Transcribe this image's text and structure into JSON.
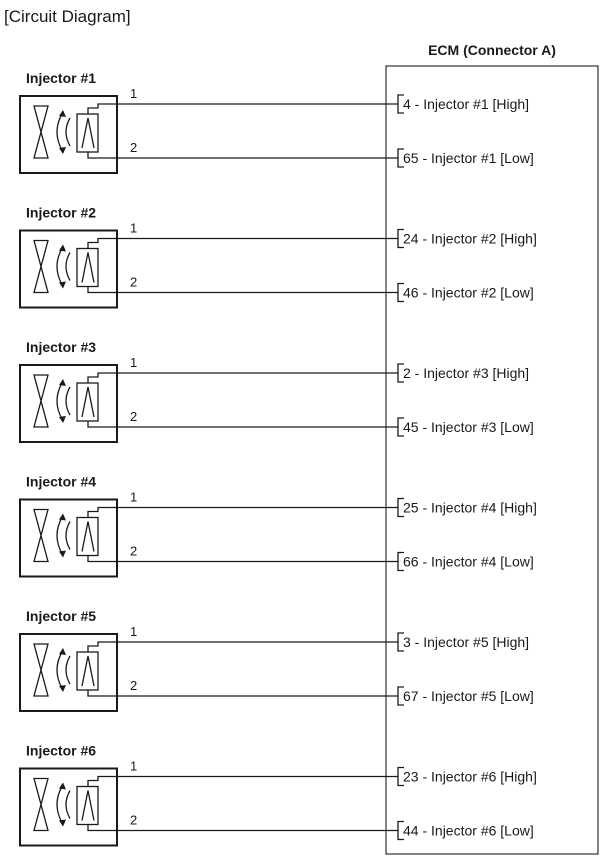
{
  "title": "[Circuit Diagram]",
  "ecm": {
    "header": "ECM (Connector A)"
  },
  "colors": {
    "line": "#1a1a1a",
    "background": "#ffffff"
  },
  "injectors": [
    {
      "name": "Injector #1",
      "pin1": "1",
      "pin2": "2",
      "high": "4 - Injector #1 [High]",
      "low": "65 - Injector #1 [Low]"
    },
    {
      "name": "Injector #2",
      "pin1": "1",
      "pin2": "2",
      "high": "24 - Injector #2 [High]",
      "low": "46 - Injector #2 [Low]"
    },
    {
      "name": "Injector #3",
      "pin1": "1",
      "pin2": "2",
      "high": "2 - Injector #3 [High]",
      "low": "45 - Injector #3 [Low]"
    },
    {
      "name": "Injector #4",
      "pin1": "1",
      "pin2": "2",
      "high": "25 - Injector #4 [High]",
      "low": "66 - Injector #4 [Low]"
    },
    {
      "name": "Injector #5",
      "pin1": "1",
      "pin2": "2",
      "high": "3 - Injector #5 [High]",
      "low": "67 - Injector #5 [Low]"
    },
    {
      "name": "Injector #6",
      "pin1": "1",
      "pin2": "2",
      "high": "23 - Injector #6 [High]",
      "low": "44 - Injector #6 [Low]"
    }
  ]
}
